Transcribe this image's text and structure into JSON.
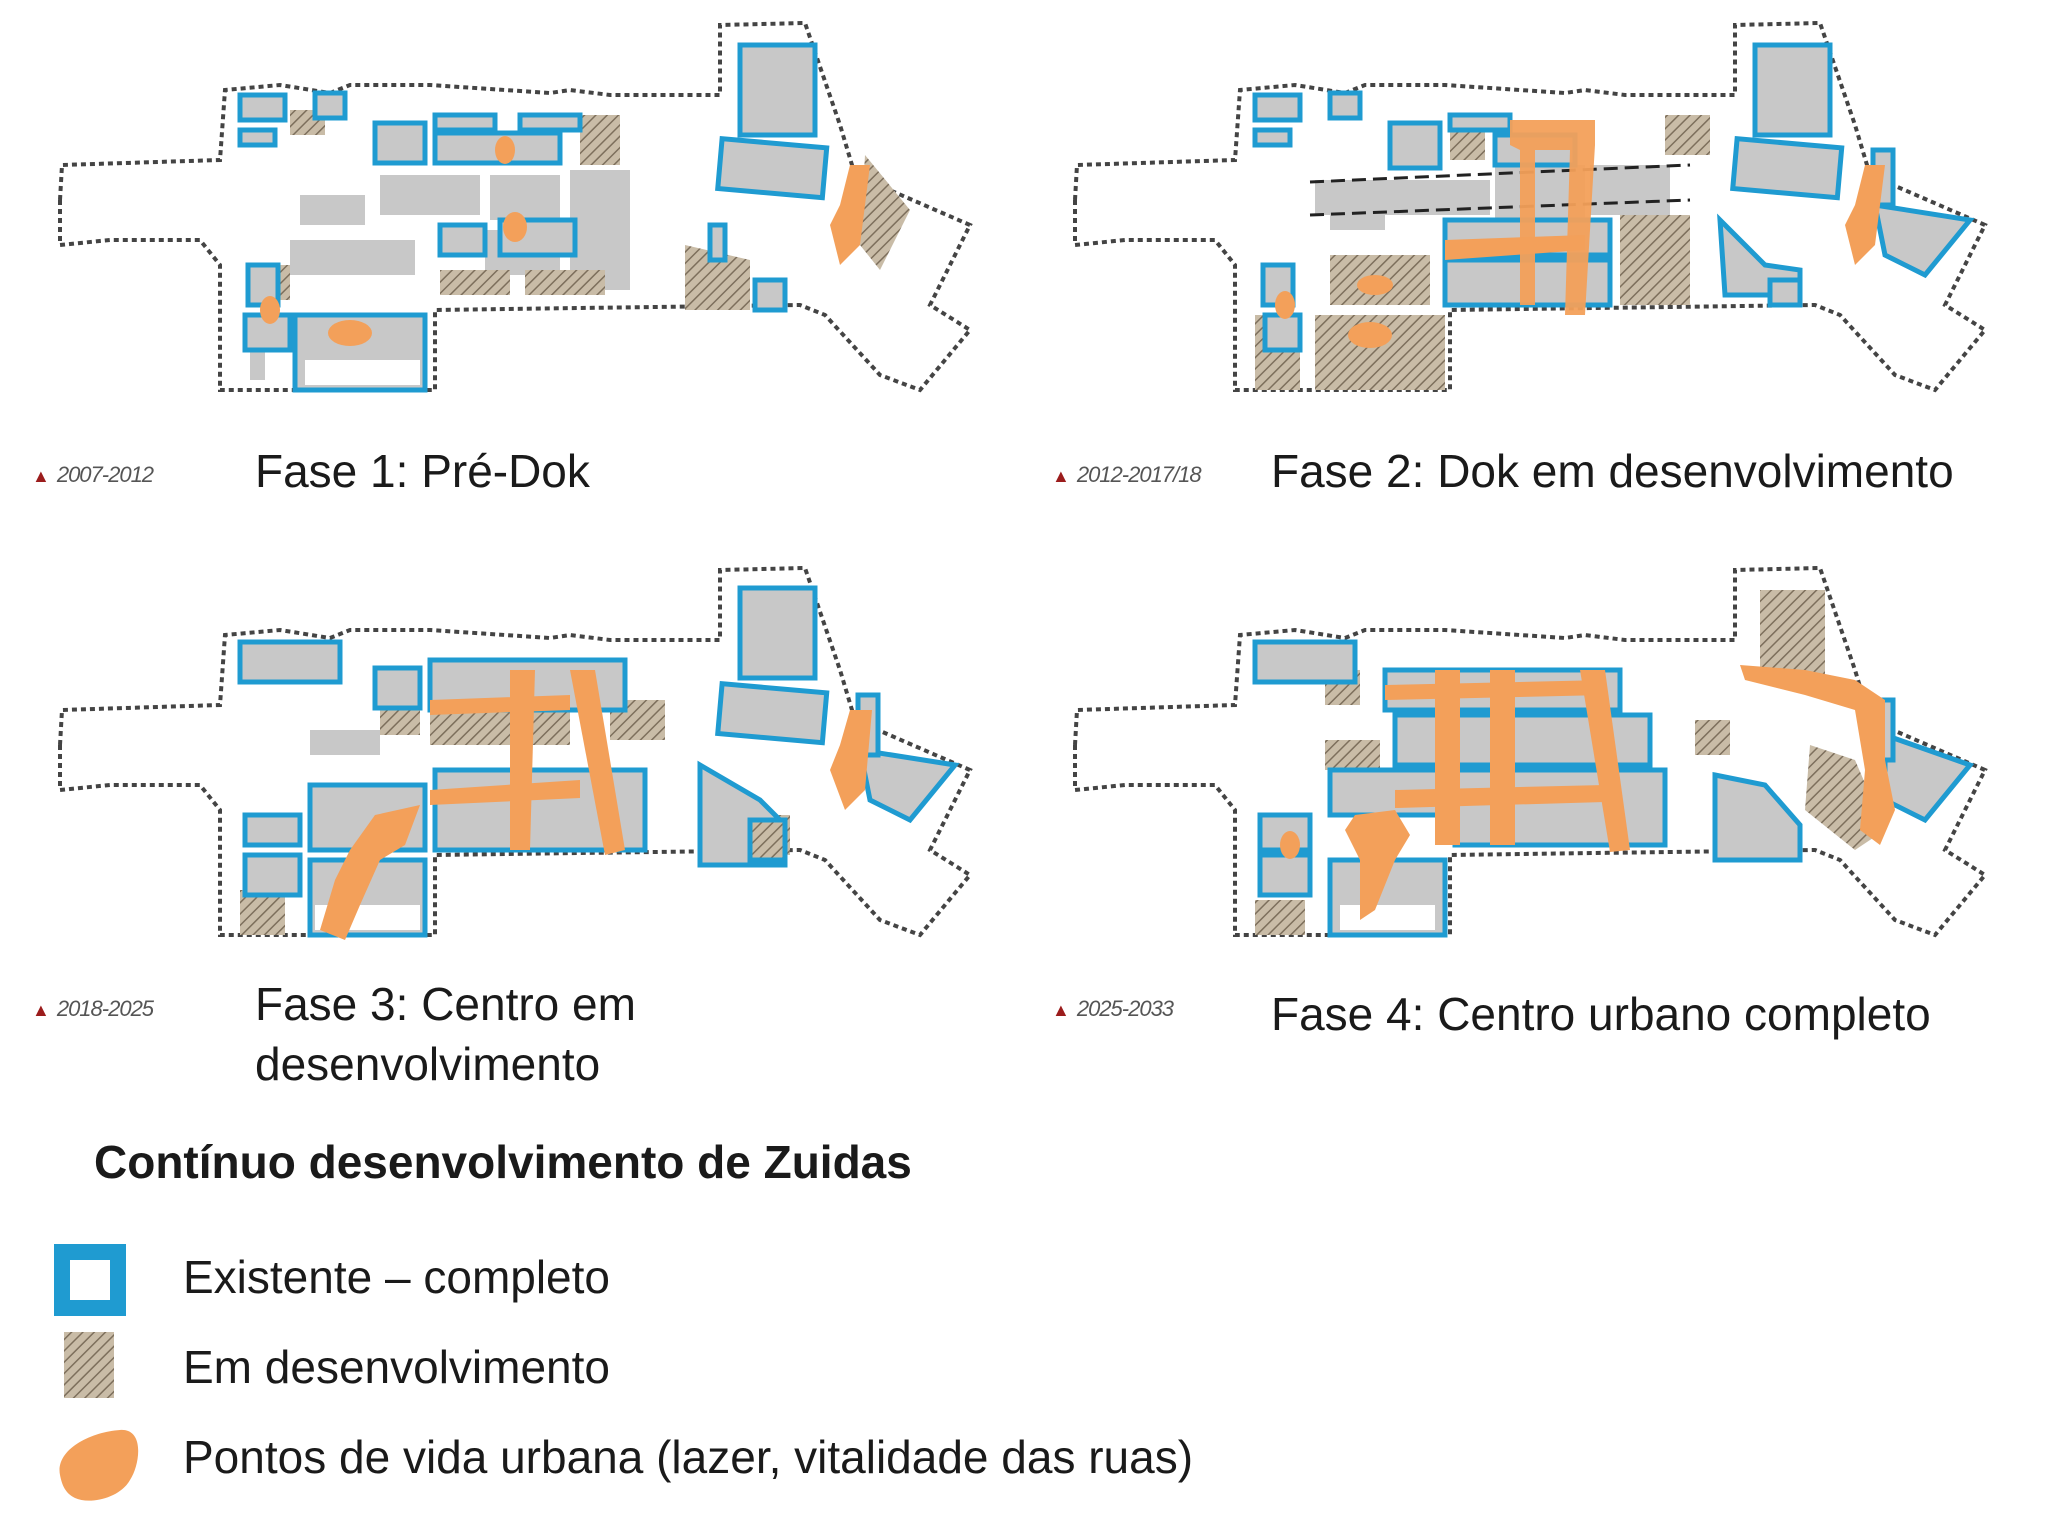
{
  "phases": [
    {
      "period": "2007-2012",
      "title": "Fase 1: Pré-Dok"
    },
    {
      "period": "2012-2017/18",
      "title": "Fase 2: Dok em desenvolvimento"
    },
    {
      "period": "2018-2025",
      "title_line1": "Fase 3: Centro em",
      "title_line2": "desenvolvimento"
    },
    {
      "period": "2025-2033",
      "title": "Fase 4: Centro urbano completo"
    }
  ],
  "legend": {
    "title": "Contínuo desenvolvimento de Zuidas",
    "items": [
      {
        "label": "Existente – completo"
      },
      {
        "label": "Em desenvolvimento"
      },
      {
        "label": "Pontos de vida urbana (lazer, vitalidade das ruas)"
      }
    ]
  },
  "colors": {
    "complete_outline": "#1f9bd1",
    "block_fill": "#c8c8c8",
    "hatch": "#b9a98f",
    "vitality": "#f3a05a",
    "period_marker": "#9b1c1c"
  }
}
